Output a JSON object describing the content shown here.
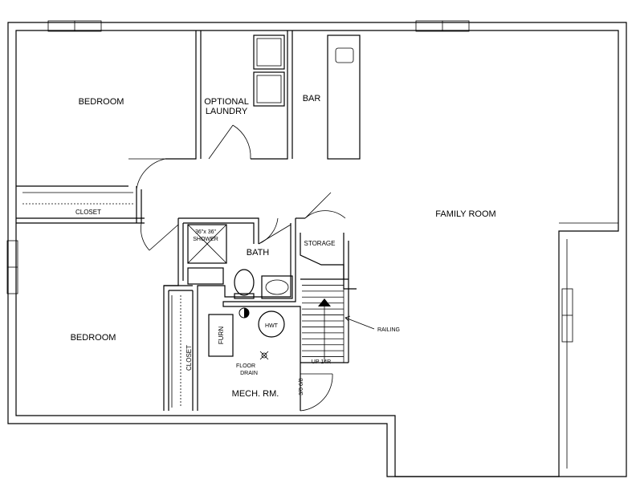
{
  "rooms": {
    "bedroom_top": "BEDROOM",
    "bedroom_bottom": "BEDROOM",
    "optional_laundry_line1": "OPTIONAL",
    "optional_laundry_line2": "LAUNDRY",
    "bar": "BAR",
    "family_room": "FAMILY ROOM",
    "closet_top": "CLOSET",
    "closet_left": "CLOSET",
    "shower_line1": "36\"x 36\"",
    "shower_line2": "SHOWER",
    "bath": "BATH",
    "storage": "STORAGE",
    "furnace": "FURN",
    "hot_water_tank": "HWT",
    "floor_drain_line1": "FLOOR",
    "floor_drain_line2": "DRAIN",
    "mech_room": "MECH. RM.",
    "door_size": "3/0 6/8",
    "stair_note": "UP 14R",
    "railing": "RAILING"
  }
}
